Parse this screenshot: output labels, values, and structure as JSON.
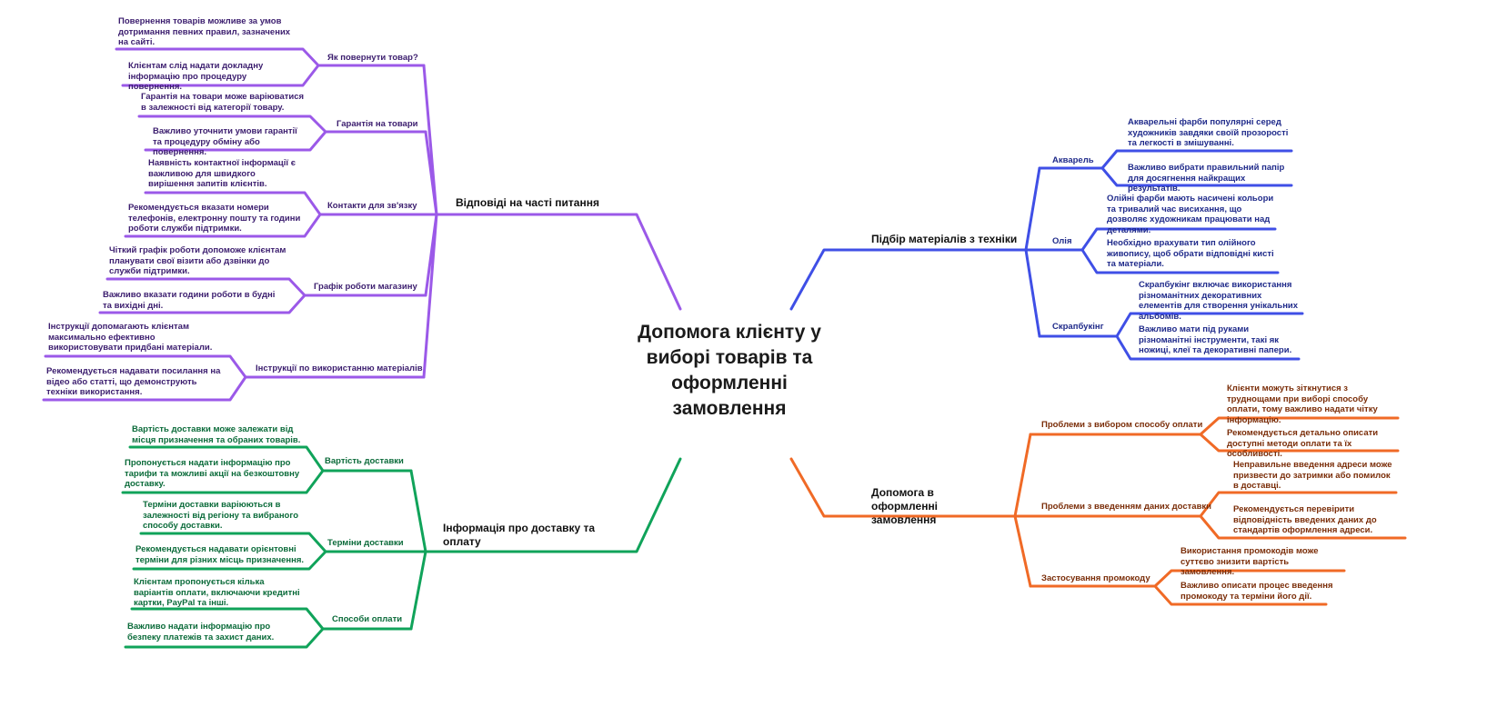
{
  "center": "Допомога клієнту у виборі товарів та оформленні замовлення",
  "colors": {
    "purple": "#9b59e8",
    "blue": "#3f4fe6",
    "green": "#10a35a",
    "orange": "#f06a26"
  },
  "branches": {
    "faq": {
      "title": "Відповіді на часті питання",
      "return": {
        "label": "Як повернути товар?",
        "leaves": [
          "Повернення товарів можливе за умов дотримання певних правил, зазначених на сайті.",
          "Клієнтам слід надати докладну інформацію про процедуру повернення."
        ]
      },
      "warranty": {
        "label": "Гарантія на товари",
        "leaves": [
          "Гарантія на товари може варіюватися в залежності від категорії товару.",
          "Важливо уточнити умови гарантії та процедуру обміну або повернення."
        ]
      },
      "contacts": {
        "label": "Контакти для зв'язку",
        "leaves": [
          "Наявність контактної інформації є важливою для швидкого вирішення запитів клієнтів.",
          "Рекомендується вказати номери телефонів, електронну пошту та години роботи служби підтримки."
        ]
      },
      "schedule": {
        "label": "Графік роботи магазину",
        "leaves": [
          "Чіткий графік роботи допоможе клієнтам планувати свої візити або дзвінки до служби підтримки.",
          "Важливо вказати години роботи в будні та вихідні дні."
        ]
      },
      "instructions": {
        "label": "Інструкції по використанню матеріалів",
        "leaves": [
          "Інструкції допомагають клієнтам максимально ефективно використовувати придбані матеріали.",
          "Рекомендується надавати посилання на відео або статті, що демонструють техніки використання."
        ]
      }
    },
    "materials": {
      "title": "Підбір матеріалів з техніки",
      "watercolor": {
        "label": "Акварель",
        "leaves": [
          "Акварельні фарби популярні серед художників завдяки своїй прозорості та легкості в змішуванні.",
          "Важливо вибрати правильний папір для досягнення найкращих результатів."
        ]
      },
      "oil": {
        "label": "Олія",
        "leaves": [
          "Олійні фарби мають насичені кольори та тривалий час висихання, що дозволяє художникам працювати над деталями.",
          "Необхідно врахувати тип олійного живопису, щоб обрати відповідні кисті та матеріали."
        ]
      },
      "scrapbooking": {
        "label": "Скрапбукінг",
        "leaves": [
          "Скрапбукінг включає використання різноманітних декоративних елементів для створення унікальних альбомів.",
          "Важливо мати під руками різноманітні інструменти, такі як ножиці, клеї та декоративні папери."
        ]
      }
    },
    "delivery": {
      "title": "Інформація про доставку та оплату",
      "cost": {
        "label": "Вартість доставки",
        "leaves": [
          "Вартість доставки може залежати від місця призначення та обраних товарів.",
          "Пропонується надати інформацію про тарифи та можливі акції на безкоштовну доставку."
        ]
      },
      "terms": {
        "label": "Терміни доставки",
        "leaves": [
          "Терміни доставки варіюються в залежності від регіону та вибраного способу доставки.",
          "Рекомендується надавати орієнтовні терміни для різних місць призначення."
        ]
      },
      "payment": {
        "label": "Способи оплати",
        "leaves": [
          "Клієнтам пропонується кілька варіантів оплати, включаючи кредитні картки, PayPal та інші.",
          "Важливо надати інформацію про безпеку платежів та захист даних."
        ]
      }
    },
    "ordering": {
      "title": "Допомога в оформленні замовлення",
      "paymethod": {
        "label": "Проблеми з вибором способу оплати",
        "leaves": [
          "Клієнти можуть зіткнутися з труднощами при виборі способу оплати, тому важливо надати чітку інформацію.",
          "Рекомендується детально описати доступні методи оплати та їх особливості."
        ]
      },
      "address": {
        "label": "Проблеми з введенням даних доставки",
        "leaves": [
          "Неправильне введення адреси може призвести до затримки або помилок в доставці.",
          "Рекомендується перевірити відповідність введених даних до стандартів оформлення адреси."
        ]
      },
      "promo": {
        "label": "Застосування промокоду",
        "leaves": [
          "Використання промокодів може суттєво знизити вартість замовлення.",
          "Важливо описати процес введення промокоду та терміни його дії."
        ]
      }
    }
  }
}
